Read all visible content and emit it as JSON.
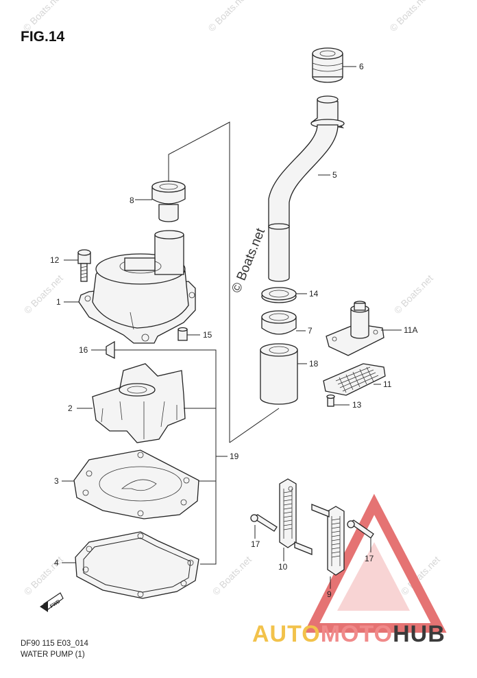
{
  "figure": {
    "title": "FIG.14"
  },
  "caption": {
    "code": "DF90 115 E03_014",
    "name": "WATER PUMP (1)"
  },
  "watermark": {
    "text": "© Boats.net",
    "main_text": "© Boats.net"
  },
  "logo": {
    "part1": "AUTO",
    "part2": "MOTO",
    "part3": "HUB"
  },
  "fwd_label": "FWD",
  "callouts": {
    "c1": "1",
    "c2": "2",
    "c3": "3",
    "c4": "4",
    "c5": "5",
    "c6": "6",
    "c7": "7",
    "c8": "8",
    "c9": "9",
    "c10": "10",
    "c11": "11",
    "c11a": "11A",
    "c12": "12",
    "c13": "13",
    "c14": "14",
    "c15": "15",
    "c16": "16",
    "c17a": "17",
    "c17b": "17",
    "c18": "18",
    "c19": "19"
  },
  "colors": {
    "logo_triangle": "#e57373",
    "logo_yellow": "#f2c24b",
    "logo_pink": "#f08a8a",
    "logo_dark": "#3a3a3a"
  }
}
